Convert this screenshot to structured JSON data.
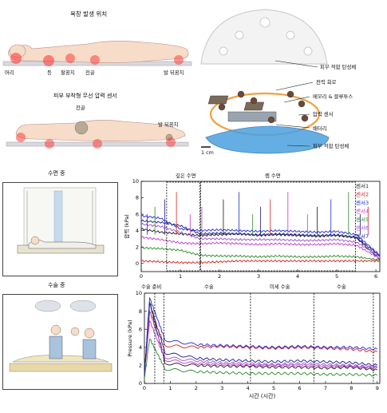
{
  "top_left": {
    "title1": "욕창 발생 위치",
    "site_labels": [
      "머리",
      "등",
      "팔꿈치",
      "천골",
      "발 뒤꿈치"
    ],
    "title2": "피부 부착형 무선 압력 센서",
    "sacrum": "천골",
    "heel": "발 뒤꿈치"
  },
  "device": {
    "layers": [
      "피부 적합 탄성체",
      "전력 회로",
      "메모리 & 블루투스",
      "압력 센서",
      "배터리",
      "피부 적합 탄성체"
    ],
    "scale_bar": "1 cm"
  },
  "sleep": {
    "panel_title": "수면 중",
    "phase_deep": "깊은 수면",
    "phase_rem": "렘 수면"
  },
  "surgery": {
    "panel_title": "수술 중",
    "phases": [
      "수술 준비",
      "수술",
      "미세 수술",
      "수술"
    ]
  },
  "colors": {
    "sensor1": "#1a1a1a",
    "sensor2": "#d42020",
    "sensor3": "#1c2ad8",
    "sensor4": "#c238c8",
    "sensor5": "#2a8a2a",
    "sensor6": "#9a4fd0",
    "sensor7": "#1a1a8a"
  },
  "chart_data": [
    {
      "type": "line",
      "title": "",
      "xlabel": "",
      "ylabel": "압력 (kPa)",
      "xlim": [
        0,
        6.1
      ],
      "ylim": [
        -1,
        10
      ],
      "xticks": [
        0,
        1,
        2,
        3,
        4,
        5,
        6
      ],
      "yticks": [
        0,
        2,
        4,
        6,
        8,
        10
      ],
      "legend": [
        "센서1",
        "센서2",
        "센서3",
        "센서4",
        "센서5",
        "센서6",
        "센서7"
      ],
      "legend_position": "right",
      "series": [
        {
          "name": "센서1",
          "x": [
            0,
            0.5,
            1,
            1.5,
            2,
            2.5,
            3,
            3.5,
            4,
            4.5,
            5,
            5.5,
            6.1
          ],
          "values": [
            4.2,
            3.8,
            3.6,
            3.4,
            3.5,
            3.6,
            3.4,
            3.5,
            3.4,
            3.3,
            3.4,
            3.1,
            0.5
          ]
        },
        {
          "name": "센서2",
          "x": [
            0,
            0.5,
            1,
            1.5,
            2,
            2.5,
            3,
            3.5,
            4,
            4.5,
            5,
            5.5,
            6.1
          ],
          "values": [
            0.3,
            0.2,
            0.1,
            0.1,
            0.2,
            0.3,
            0.3,
            0.3,
            0.3,
            0.3,
            0.3,
            0.3,
            0.3
          ]
        },
        {
          "name": "센서3",
          "x": [
            0,
            0.5,
            1,
            1.5,
            2,
            2.5,
            3,
            3.5,
            4,
            4.5,
            5,
            5.5,
            6.1
          ],
          "values": [
            5.8,
            5.5,
            4.2,
            4.0,
            4.1,
            4.0,
            3.9,
            4.0,
            3.9,
            3.8,
            3.9,
            3.5,
            1.0
          ]
        },
        {
          "name": "센서4",
          "x": [
            0,
            0.5,
            1,
            1.5,
            2,
            2.5,
            3,
            3.5,
            4,
            4.5,
            5,
            5.5,
            6.1
          ],
          "values": [
            3.2,
            2.9,
            2.5,
            2.4,
            2.5,
            2.4,
            2.3,
            2.4,
            2.3,
            2.3,
            2.4,
            2.2,
            0.6
          ]
        },
        {
          "name": "센서5",
          "x": [
            0,
            0.5,
            1,
            1.5,
            2,
            2.5,
            3,
            3.5,
            4,
            4.5,
            5,
            5.5,
            6.1
          ],
          "values": [
            1.9,
            1.8,
            1.6,
            1.0,
            0.9,
            0.9,
            0.8,
            0.9,
            0.8,
            0.8,
            0.9,
            0.8,
            0.4
          ]
        },
        {
          "name": "센서6",
          "x": [
            0,
            0.5,
            1,
            1.5,
            2,
            2.5,
            3,
            3.5,
            4,
            4.5,
            5,
            5.5,
            6.1
          ],
          "values": [
            4.8,
            4.5,
            3.8,
            3.0,
            3.0,
            2.9,
            2.9,
            2.9,
            2.8,
            2.8,
            2.9,
            2.6,
            0.8
          ]
        },
        {
          "name": "센서7",
          "x": [
            0,
            0.5,
            1,
            1.5,
            2,
            2.5,
            3,
            3.5,
            4,
            4.5,
            5,
            5.5,
            6.1
          ],
          "values": [
            5.2,
            5.0,
            4.6,
            3.6,
            3.7,
            3.6,
            3.5,
            3.6,
            3.5,
            3.4,
            3.5,
            3.2,
            0.9
          ]
        }
      ],
      "spikes_x": [
        0.15,
        0.35,
        0.6,
        0.9,
        1.25,
        1.55,
        2.1,
        2.5,
        2.85,
        3.05,
        3.3,
        3.75,
        4.25,
        4.5,
        4.85,
        5.3,
        5.6,
        5.8
      ],
      "phase_boxes_x": [
        [
          0.65,
          1.5
        ],
        [
          1.52,
          5.48
        ]
      ]
    },
    {
      "type": "line",
      "title": "",
      "xlabel": "시간 (시간)",
      "ylabel": "Pressure (kPa)",
      "xlim": [
        0,
        9.1
      ],
      "ylim": [
        0,
        10
      ],
      "xticks": [
        0,
        1,
        2,
        3,
        4,
        5,
        6,
        7,
        8,
        9
      ],
      "yticks": [
        0,
        2,
        4,
        6,
        8,
        10
      ],
      "series": [
        {
          "name": "센서1",
          "x": [
            0,
            0.2,
            0.8,
            2,
            3,
            4,
            5,
            6,
            7,
            8,
            9
          ],
          "values": [
            1,
            9,
            2.2,
            2.0,
            1.9,
            1.9,
            1.8,
            1.8,
            1.7,
            1.8,
            1.5
          ]
        },
        {
          "name": "센서2",
          "x": [
            0,
            0.2,
            0.8,
            2,
            3,
            4,
            5,
            6,
            7,
            8,
            9
          ],
          "values": [
            1,
            8,
            4.2,
            4.0,
            4.1,
            4.0,
            3.9,
            4.0,
            3.9,
            3.8,
            3.5
          ]
        },
        {
          "name": "센서3",
          "x": [
            0,
            0.2,
            0.8,
            2,
            3,
            4,
            5,
            6,
            7,
            8,
            9
          ],
          "values": [
            1,
            9.5,
            4.8,
            4.3,
            4.2,
            4.1,
            4.0,
            4.1,
            4.0,
            4.0,
            3.8
          ]
        },
        {
          "name": "센서4",
          "x": [
            0,
            0.2,
            0.8,
            2,
            3,
            4,
            5,
            6,
            7,
            8,
            9
          ],
          "values": [
            1,
            7,
            2.6,
            2.2,
            2.1,
            2.0,
            2.0,
            2.0,
            1.9,
            1.9,
            1.7
          ]
        },
        {
          "name": "센서5",
          "x": [
            0,
            0.2,
            0.8,
            2,
            3,
            4,
            5,
            6,
            7,
            8,
            9
          ],
          "values": [
            0.5,
            5,
            1.6,
            1.3,
            1.2,
            1.1,
            1.1,
            1.1,
            1.0,
            1.0,
            0.9
          ]
        },
        {
          "name": "센서6",
          "x": [
            0,
            0.2,
            0.8,
            2,
            3,
            4,
            5,
            6,
            7,
            8,
            9
          ],
          "values": [
            1,
            8,
            2.9,
            2.5,
            2.3,
            2.2,
            2.1,
            2.2,
            2.1,
            2.0,
            1.8
          ]
        },
        {
          "name": "센서7",
          "x": [
            0,
            0.2,
            0.8,
            2,
            3,
            4,
            5,
            6,
            7,
            8,
            9
          ],
          "values": [
            1,
            9,
            3.4,
            2.8,
            2.6,
            2.5,
            2.4,
            2.5,
            2.4,
            2.3,
            2.0
          ]
        }
      ],
      "phase_dividers_x": [
        0.4,
        0.75,
        4.1,
        6.55,
        8.85
      ]
    }
  ]
}
